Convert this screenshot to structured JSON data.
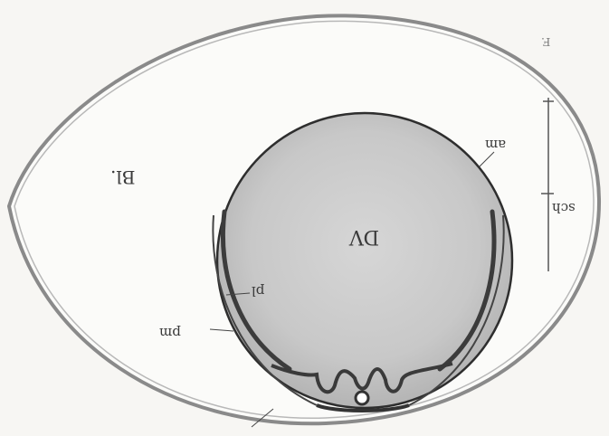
{
  "labels": {
    "blastocoel": "Bl.",
    "dotter": "DV",
    "amnion": "am",
    "pl": "pl",
    "pm": "pm",
    "sch": "sch",
    "corner": "F.",
    "scale_marks": "|"
  },
  "colors": {
    "paper": "#f7f6f3",
    "outline": "#8a8a8a",
    "sphere_fill": "#c9c9c9",
    "dark_band": "#3c3c3c"
  }
}
